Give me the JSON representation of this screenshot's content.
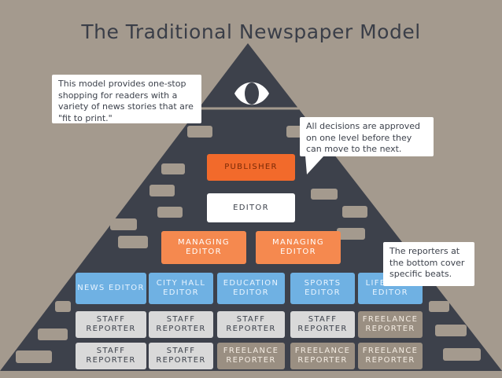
{
  "title": "The Traditional Newspaper Model",
  "colors": {
    "background": "#a49a8e",
    "pyramid": "#3d414b",
    "publisher": "#f26a2b",
    "managing_editor": "#f5894f",
    "section_editor": "#6fb1e3",
    "staff_reporter": "#d9d9d9",
    "freelance_reporter": "#9a8f82"
  },
  "icons": {
    "top": "eye-icon"
  },
  "callouts": {
    "model": "This model provides one-stop shopping for readers with a variety of news stories that are \"fit to print.\"",
    "decisions": "All decisions are approved on one level before they can move to the next.",
    "reporters": "The reporters at the bottom cover specific beats."
  },
  "hierarchy": {
    "publisher": "PUBLISHER",
    "editor": "EDITOR",
    "managing_editors": [
      "MANAGING EDITOR",
      "MANAGING EDITOR"
    ],
    "section_editors": [
      "NEWS EDITOR",
      "CITY HALL EDITOR",
      "EDUCATION EDITOR",
      "SPORTS EDITOR",
      "LIFESTYLE EDITOR"
    ],
    "reporters_row1": [
      "STAFF REPORTER",
      "STAFF REPORTER",
      "STAFF REPORTER",
      "STAFF REPORTER",
      "FREELANCE REPORTER"
    ],
    "reporters_row2": [
      "STAFF REPORTER",
      "STAFF REPORTER",
      "FREELANCE REPORTER",
      "FREELANCE REPORTER",
      "FREELANCE REPORTER"
    ]
  }
}
